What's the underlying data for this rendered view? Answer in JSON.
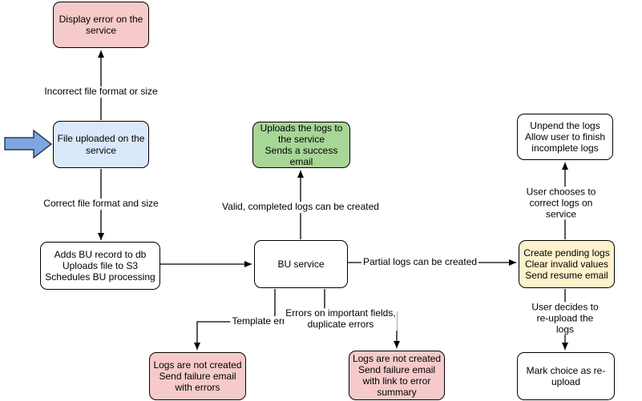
{
  "nodes": [
    {
      "label": "Display error on the\nservice",
      "fill": "#f6caca"
    },
    {
      "label": "File uploaded on the\nservice",
      "fill": "#dae8fc"
    },
    {
      "label": "Adds BU record to db\nUploads file to S3\nSchedules BU processing",
      "fill": "#ffffff"
    },
    {
      "label": "Uploads the logs to\nthe service\nSends a success\nemail",
      "fill": "#a7d696"
    },
    {
      "label": "BU service",
      "fill": "#ffffff"
    },
    {
      "label": "Create pending logs\nClear invalid values\nSend resume email",
      "fill": "#fff2cc"
    },
    {
      "label": "Unpend the logs\nAllow user to finish\nincomplete logs",
      "fill": "#ffffff"
    },
    {
      "label": "Mark choice as re-\nupload",
      "fill": "#ffffff"
    },
    {
      "label": "Logs are not created\nSend failure email\nwith errors",
      "fill": "#f6caca"
    },
    {
      "label": "Logs are not created\nSend failure email\nwith link to error\nsummary",
      "fill": "#f6caca"
    }
  ],
  "edges": {
    "incorrect_format": "Incorrect file format or size",
    "correct_format": "Correct file format and size",
    "valid_logs": "Valid, completed logs can be created",
    "partial_logs": "Partial logs can be created",
    "template_errors": "Template errors",
    "field_errors": "Errors on important fields,\nduplicate errors",
    "user_corrects": "User chooses to correct logs on service",
    "user_reuploads": "User decides to re-upload the logs"
  },
  "colors": {
    "error_fill": "#f6caca",
    "input_fill": "#dae8fc",
    "success_fill": "#a7d696",
    "pending_fill": "#fff2cc",
    "default_fill": "#ffffff",
    "node_border": "#000000",
    "line": "#000000",
    "entry_arrow_fill": "#7ea6e0",
    "entry_arrow_stroke": "#2e3b52"
  }
}
